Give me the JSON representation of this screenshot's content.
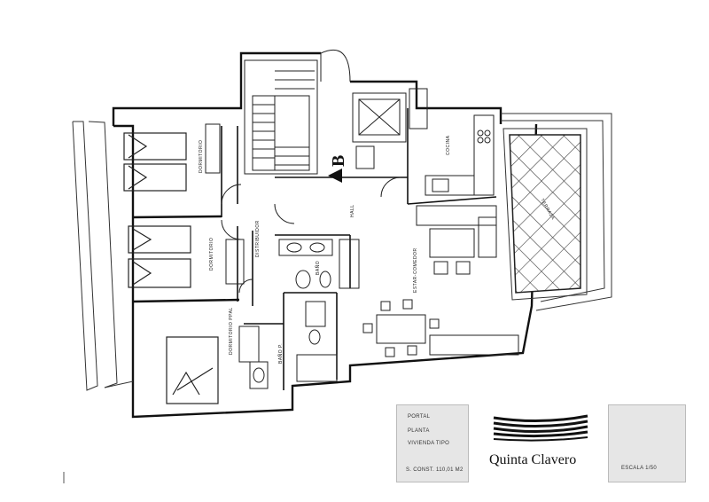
{
  "rooms": {
    "dormitorio_1": "DORMITORIO",
    "dormitorio_2": "DORMITORIO",
    "dormitorio_ppal": "DORMITORIO PPAL",
    "distribuidor": "DISTRIBUIDOR",
    "bano": "BAÑO",
    "bano_p": "BAÑO P.",
    "hall": "HALL",
    "cocina": "COCINA",
    "estar_comedor": "ESTAR-COMEDOR",
    "terraza": "TERRAZA"
  },
  "section_marker": "B",
  "info_box": {
    "portal_label": "PORTAL",
    "planta_label": "PLANTA",
    "vivienda_label": "VIVIENDA TIPO",
    "area_label": "S. CONST. 110,01 M2"
  },
  "brand": {
    "name": "Quinta Clavero"
  },
  "scale_box": {
    "label": "ESCALA 1/50"
  }
}
